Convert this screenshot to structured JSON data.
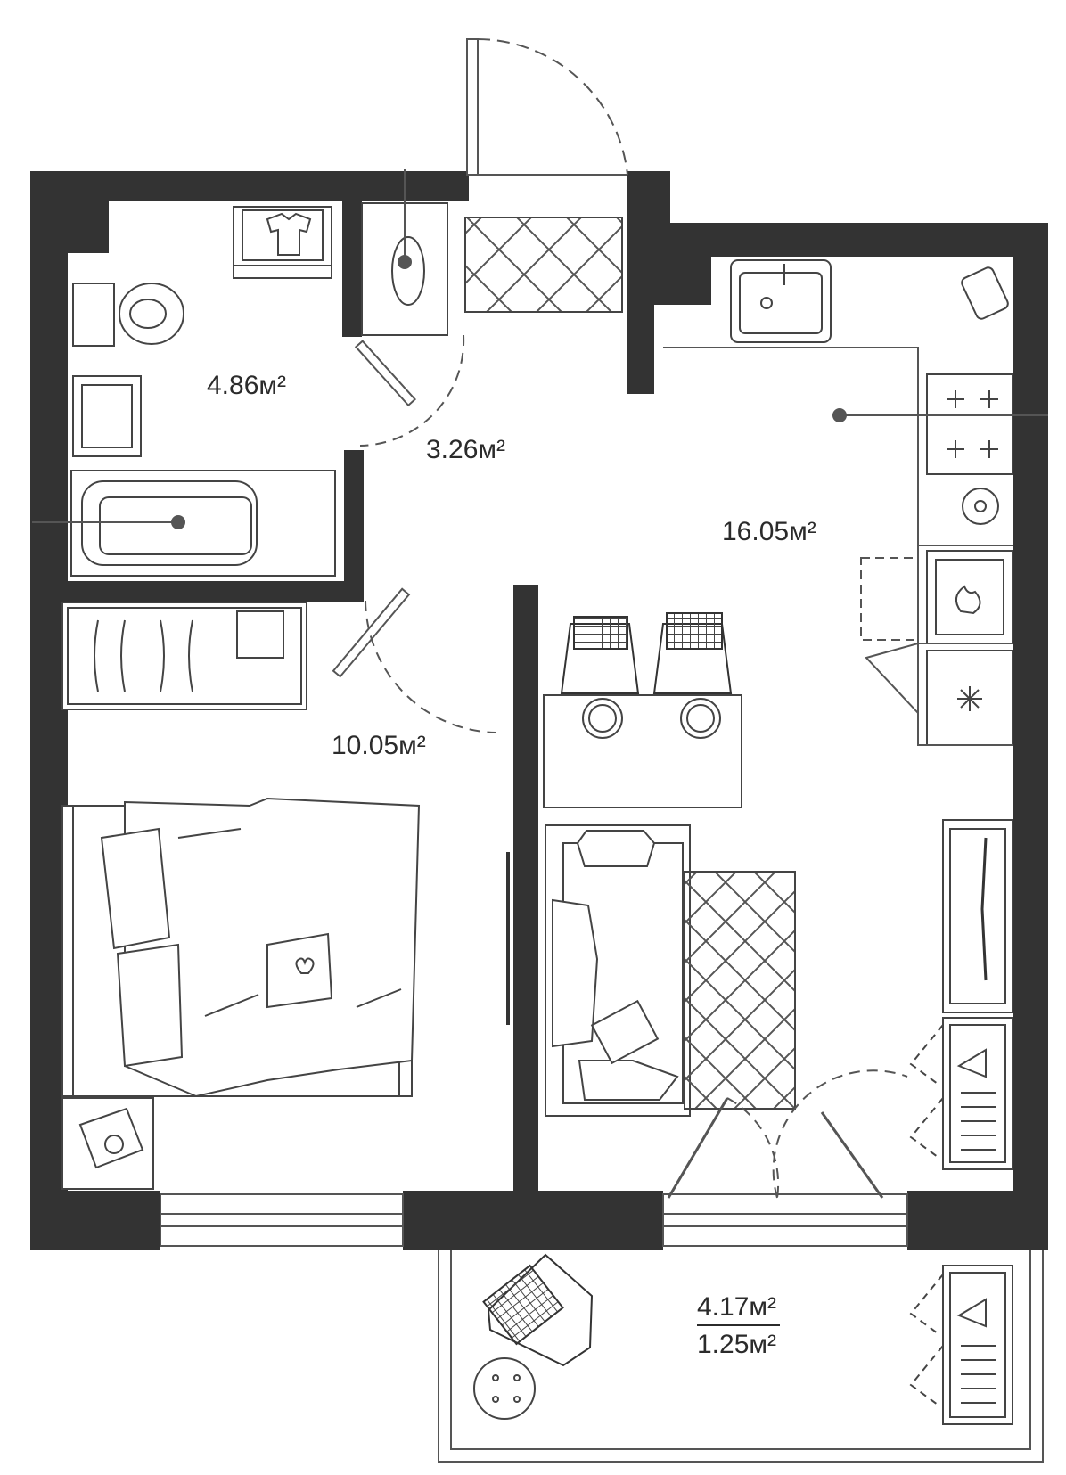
{
  "rooms": {
    "bathroom": {
      "area": "4.86м²"
    },
    "hallway": {
      "area": "3.26м²"
    },
    "kitchen_living": {
      "area": "16.05м²"
    },
    "bedroom": {
      "area": "10.05м²"
    },
    "balcony": {
      "area": "4.17м²",
      "reduced_area": "1.25м²"
    }
  },
  "colors": {
    "wall": "#333333",
    "line": "#555555",
    "background": "#ffffff"
  },
  "icons": [
    "washing-machine-icon",
    "toilet-icon",
    "washbasin-icon",
    "bathtub-icon",
    "hall-washbasin-icon",
    "shoe-rack-icon",
    "sink-icon",
    "stove-icon",
    "oven-icon",
    "fridge-icon",
    "kettle-icon",
    "baking-dish-icon",
    "dining-table-icon",
    "chair-icon",
    "sofa-icon",
    "rug-icon",
    "double-bed-icon",
    "nightstand-icon",
    "wardrobe-icon",
    "tv-icon",
    "tv-stand-icon",
    "shelf-icon",
    "balcony-chair-icon",
    "balcony-table-icon",
    "door-icon",
    "window-icon"
  ]
}
